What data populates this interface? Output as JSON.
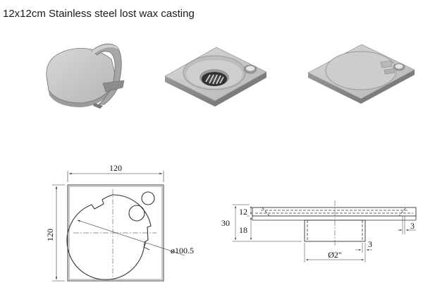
{
  "title": "12x12cm Stainless steel lost wax casting",
  "colors": {
    "steel_top": "#c9c9c9",
    "steel_side": "#8f8f8f",
    "steel_dark": "#6d6d6d",
    "line": "#333333"
  },
  "views": {
    "iso_lid": "cover with hinge",
    "iso_base": "base with drain hole",
    "iso_closed": "closed assembly"
  },
  "top_view": {
    "width": "120",
    "height": "120",
    "diameter": "ø100.5"
  },
  "side_view": {
    "total_height": "30",
    "top_part": "12",
    "lower_part": "18",
    "flange": "3",
    "pipe_wall": "3",
    "pipe_size": "Ø2\""
  }
}
